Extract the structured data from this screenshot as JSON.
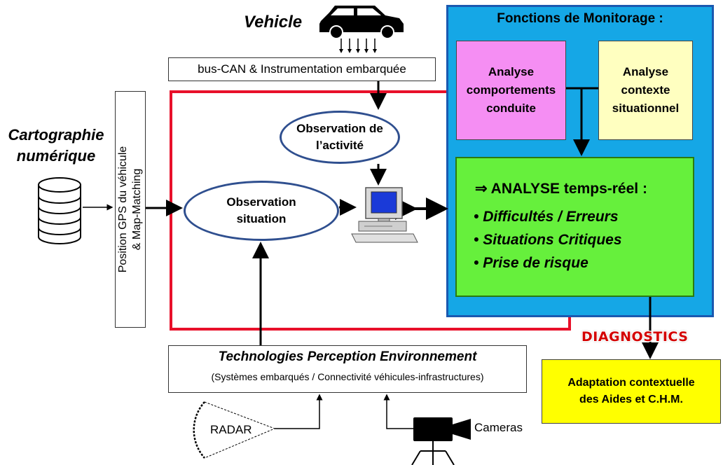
{
  "vehicle_label": "Vehicle",
  "can_box_label": "bus-CAN & Instrumentation embarquée",
  "cartography": {
    "line1": "Cartographie",
    "line2": "numérique"
  },
  "gps_box": {
    "line1": "Position GPS du véhicule",
    "line2": "& Map-Matching"
  },
  "observation_activity": {
    "line1": "Observation de",
    "line2": "l’activité"
  },
  "observation_situation": {
    "line1": "Observation",
    "line2": "situation"
  },
  "monitoring": {
    "title": "Fonctions de Monitorage :",
    "behaviour_box": {
      "line1": "Analyse",
      "line2": "comportements",
      "line3": "conduite"
    },
    "context_box": {
      "line1": "Analyse",
      "line2": "contexte",
      "line3": "situationnel"
    },
    "realtime": {
      "title": "⇒ ANALYSE temps-réel :",
      "bullets": [
        "Difficultés / Erreurs",
        "Situations Critiques",
        "Prise de risque"
      ]
    }
  },
  "diagnostics_label": "DIAGNOSTICS",
  "adaptation_box": {
    "line1": "Adaptation contextuelle",
    "line2": "des Aides et C.H.M."
  },
  "technologies_box": {
    "title": "Technologies Perception Environnement",
    "subtitle": "(Systèmes embarqués / Connectivité véhicules-infrastructures)"
  },
  "radar_label": "RADAR",
  "camera_label": "Cameras",
  "colors": {
    "monitor_panel": "#15a7e6",
    "behaviour_box": "#f58ef3",
    "context_box": "#ffffc0",
    "realtime_box": "#66f03c",
    "adaptation_box": "#ffff00",
    "red_frame": "#e8102a",
    "diagnostics_text": "#d40000",
    "ellipse_border": "#2f4f8f"
  }
}
